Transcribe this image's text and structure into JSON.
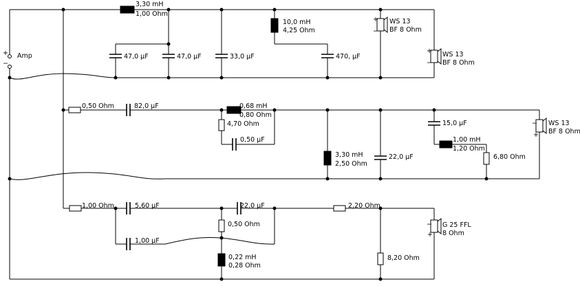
{
  "amp": {
    "label": "Amp",
    "plus": "+",
    "minus": "−"
  },
  "top": {
    "l1": {
      "l": "3,30 mH",
      "r": "1,00 Ohm"
    },
    "c1": "47,0 µF",
    "c2": "47,0 µF",
    "c3": "33,0 µF",
    "l2": {
      "l": "10,0 mH",
      "r": "4,25 Ohm"
    },
    "c4": "470, µF",
    "spk1": {
      "name": "WS 13",
      "imp": "BF 8 Ohm"
    },
    "spk2": {
      "name": "WS 13",
      "imp": "BF 8 Ohm"
    }
  },
  "mid": {
    "r1": "0,50 Ohm",
    "c1": "82,0 µF",
    "l1": {
      "l": "0,68 mH",
      "r": "0,80 Ohm"
    },
    "r2": "4,70 Ohm",
    "c2": "0,50 µF",
    "l2": {
      "l": "3,30 mH",
      "r": "2,50 Ohm"
    },
    "c3": "22,0 µF",
    "c4": "15,0 µF",
    "l3": {
      "l": "1,00 mH",
      "r": "1,20 Ohm"
    },
    "r3": "6,80 Ohm",
    "spk": {
      "name": "WS 13",
      "imp": "BF 8 Ohm"
    }
  },
  "bot": {
    "r1": "1,00 Ohm",
    "c1": "5,60 µF",
    "c2": "1,00 µF",
    "r2": "0,50 Ohm",
    "c3": "22,0 µF",
    "l1": {
      "l": "0,22 mH",
      "r": "0,28 Ohm"
    },
    "r3": "2,20 Ohm",
    "r4": "8,20 Ohm",
    "spk": {
      "name": "G 25 FFL",
      "imp": "8 Ohm"
    }
  },
  "polarity": {
    "plus": "+",
    "minus": "−"
  }
}
